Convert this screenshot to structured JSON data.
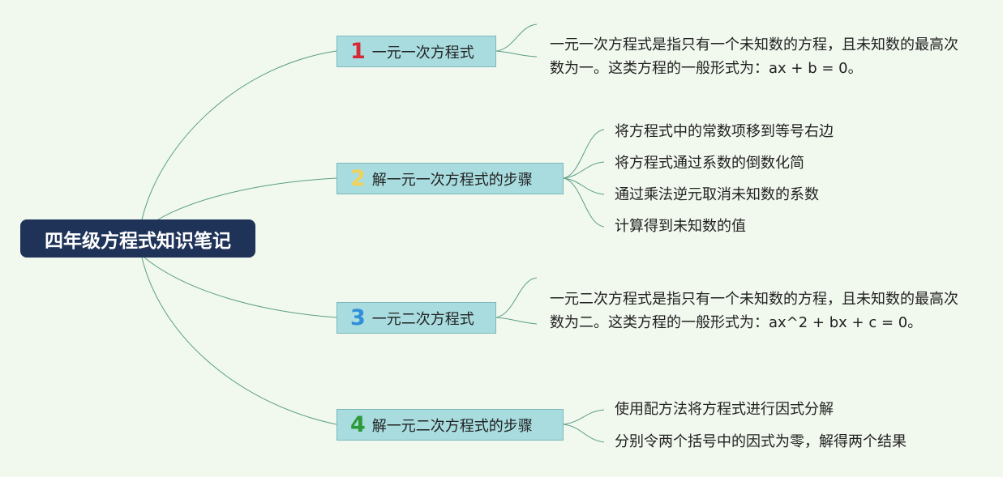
{
  "central": {
    "title": "四年级方程式知识笔记"
  },
  "branches": [
    {
      "num": "1",
      "num_color": "#d42a35",
      "label": "一元一次方程式"
    },
    {
      "num": "2",
      "num_color": "#f0d35a",
      "label": "解一元一次方程式的步骤"
    },
    {
      "num": "3",
      "num_color": "#2f8fd8",
      "label": "一元二次方程式"
    },
    {
      "num": "4",
      "num_color": "#2d9a3a",
      "label": "解一元二次方程式的步骤"
    }
  ],
  "details": {
    "b1": "一元一次方程式是指只有一个未知数的方程，且未知数的最高次数为一。这类方程的一般形式为：ax + b = 0。",
    "b2": [
      "将方程式中的常数项移到等号右边",
      "将方程式通过系数的倒数化简",
      "通过乘法逆元取消未知数的系数",
      "计算得到未知数的值"
    ],
    "b3": "一元二次方程式是指只有一个未知数的方程，且未知数的最高次数为二。这类方程的一般形式为：ax^2 + bx + c = 0。",
    "b4": [
      "使用配方法将方程式进行因式分解",
      "分别令两个括号中的因式为零，解得两个结果"
    ]
  },
  "colors": {
    "background": "#f1f8ee",
    "central_fill": "#1f3359",
    "branch_fill": "#a8dcdf",
    "connector": "#5a9e86"
  }
}
